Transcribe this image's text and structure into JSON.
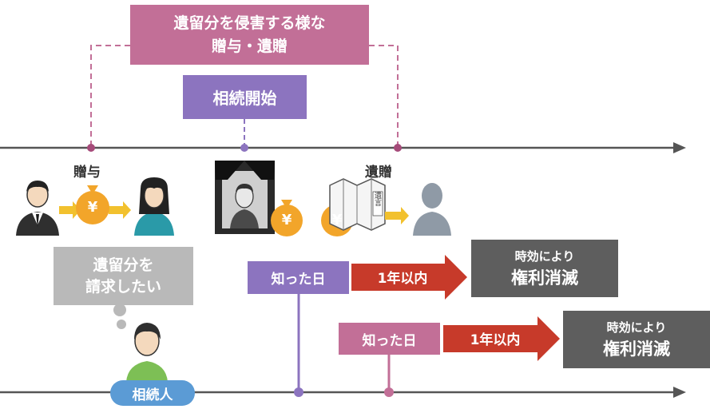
{
  "colors": {
    "timeline": "#555555",
    "pink_box": "#c26f97",
    "purple_box": "#8c74bf",
    "gray_box": "#5e5e5e",
    "red_arrow": "#c73a2a",
    "bubble": "#b9b9b9",
    "heir_badge": "#5b9bd5",
    "coin": "#f2a52a",
    "arrow_yellow": "#f2c12e"
  },
  "top_box": {
    "line1": "遺留分を侵害する様な",
    "line2": "贈与・遺贈"
  },
  "start_box": {
    "label": "相続開始"
  },
  "gift_label": "贈与",
  "bequest_label": "遺贈",
  "will_text": "遺言",
  "yen_symbol": "¥",
  "bubble": {
    "line1": "遺留分を",
    "line2": "請求したい"
  },
  "heir_badge": "相続人",
  "row1": {
    "knew": "知った日",
    "period": "1年以内",
    "result_line1": "時効により",
    "result_line2": "権利消滅"
  },
  "row2": {
    "knew": "知った日",
    "period": "1年以内",
    "result_line1": "時効により",
    "result_line2": "権利消滅"
  }
}
